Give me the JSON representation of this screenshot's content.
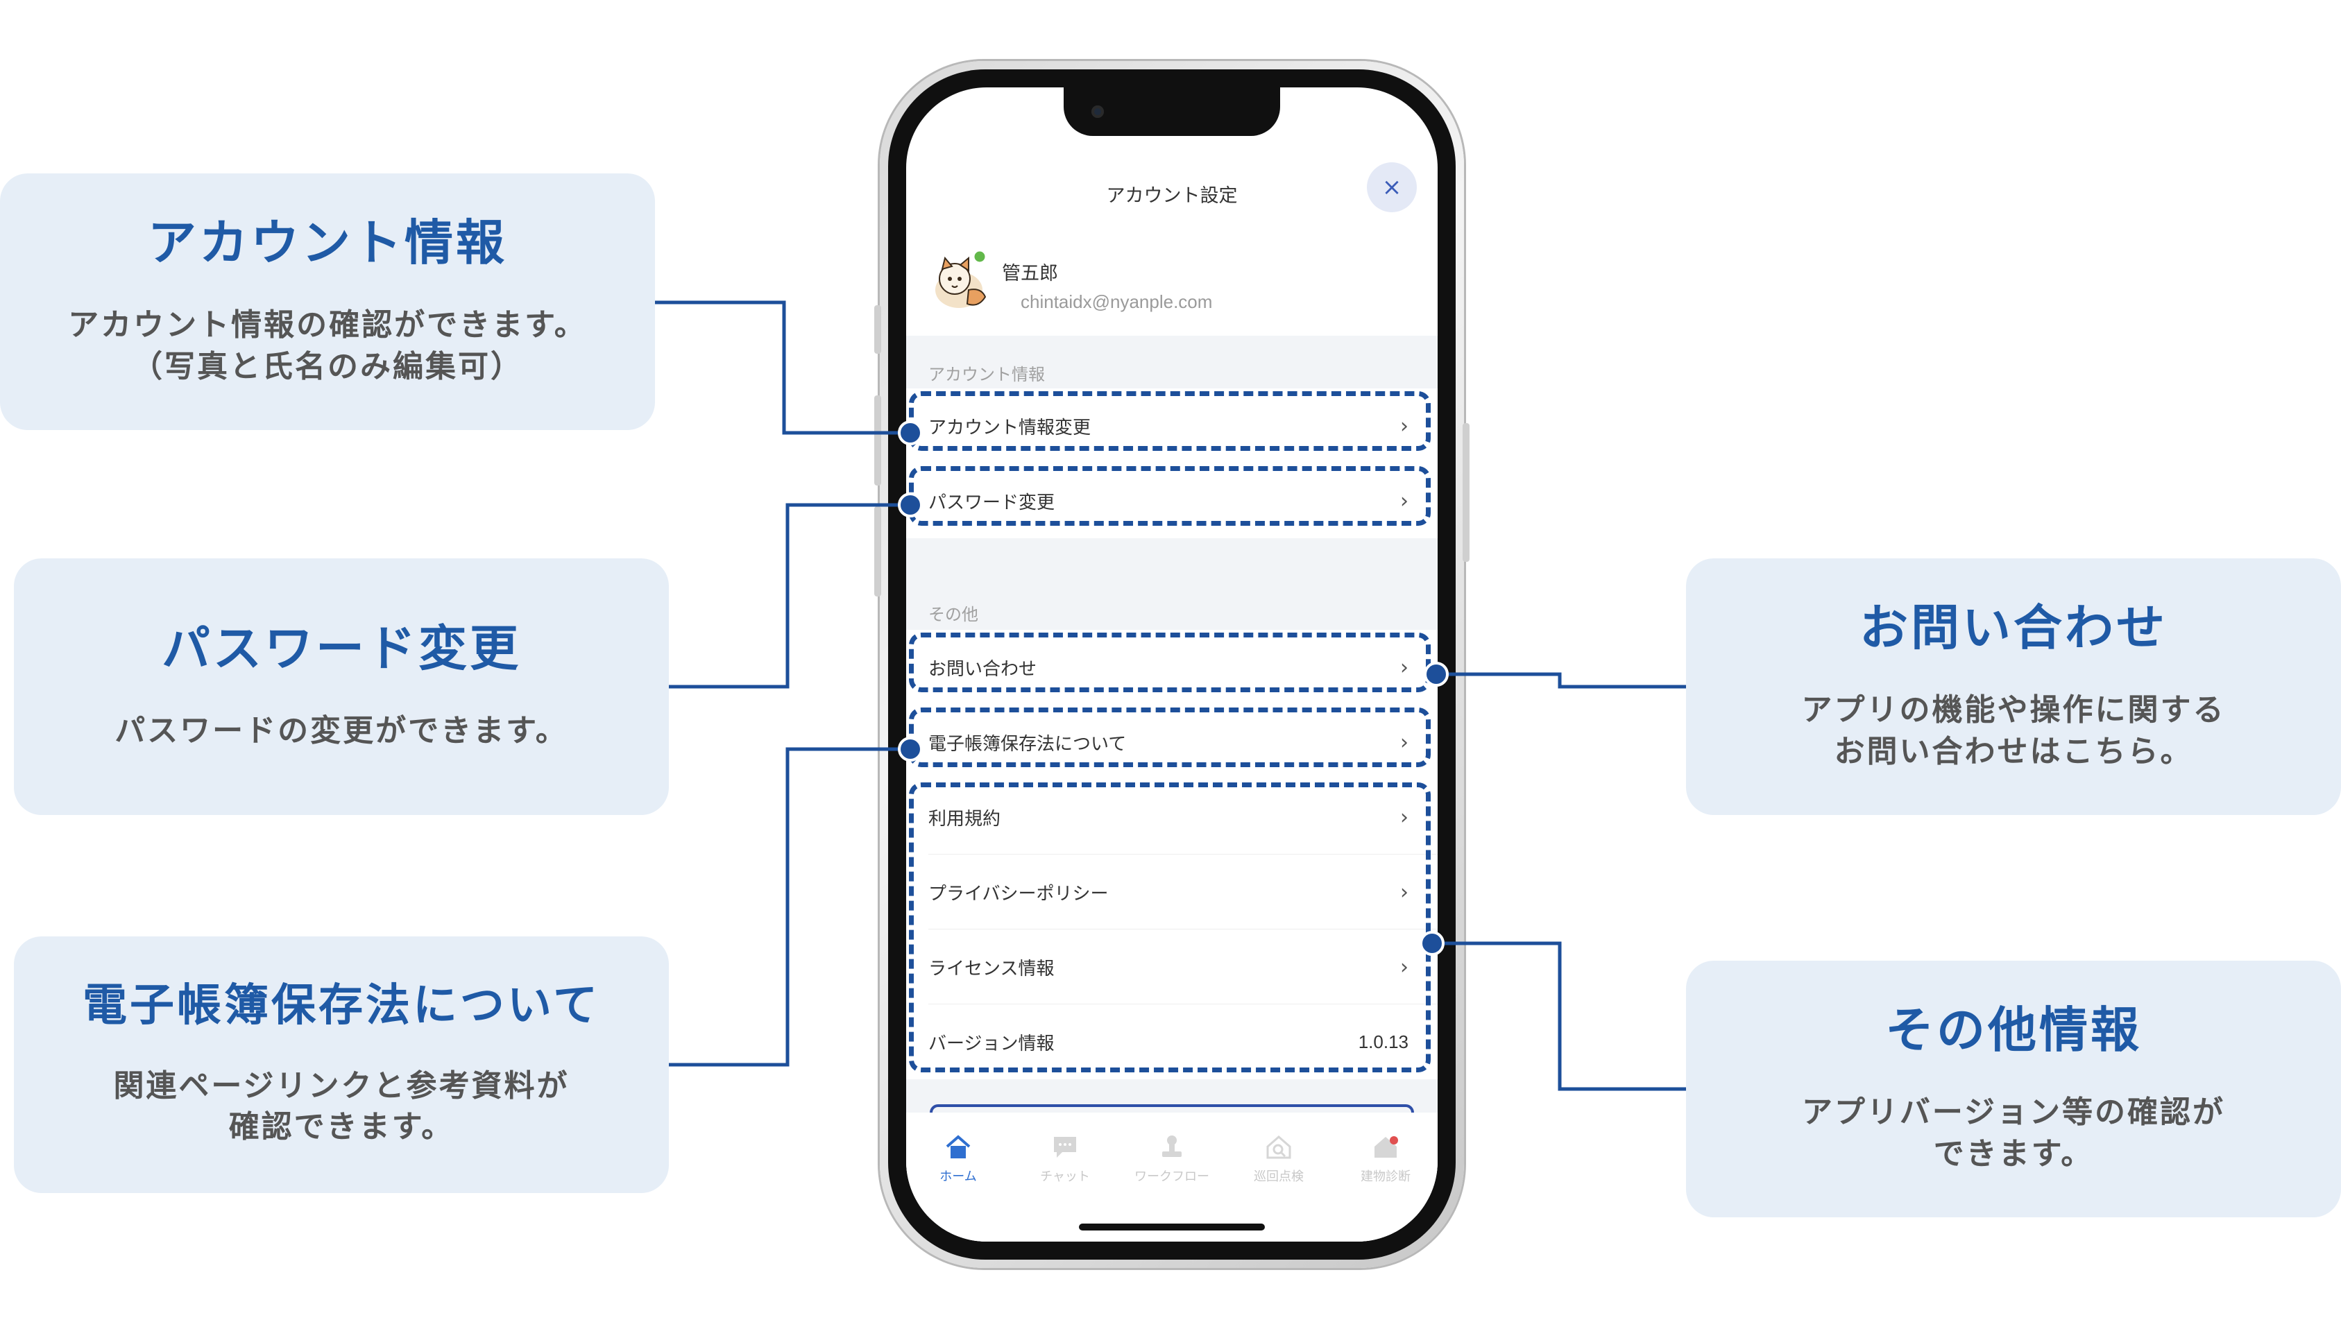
{
  "callouts": {
    "account": {
      "title": "アカウント情報",
      "desc": "アカウント情報の確認ができます。\n（写真と氏名のみ編集可）"
    },
    "password": {
      "title": "パスワード変更",
      "desc": "パスワードの変更ができます。"
    },
    "ebook": {
      "title": "電子帳簿保存法について",
      "desc": "関連ページリンクと参考資料が\n確認できます。"
    },
    "contact": {
      "title": "お問い合わせ",
      "desc": "アプリの機能や操作に関する\nお問い合わせはこちら。"
    },
    "other": {
      "title": "その他情報",
      "desc": "アプリバージョン等の確認が\nできます。"
    }
  },
  "screen": {
    "title": "アカウント設定",
    "close_icon": "×",
    "profile": {
      "name": "管五郎",
      "email": "chintaidx@nyanple.com"
    },
    "sections": {
      "account_label": "アカウント情報",
      "other_label": "その他"
    },
    "rows": {
      "account_change": "アカウント情報変更",
      "password_change": "パスワード変更",
      "contact": "お問い合わせ",
      "ebook_law": "電子帳簿保存法について",
      "terms": "利用規約",
      "privacy": "プライバシーポリシー",
      "license": "ライセンス情報",
      "version_label": "バージョン情報",
      "version_value": "1.0.13"
    },
    "chevron": "›",
    "nav": [
      {
        "label": "ホーム",
        "icon": "home-icon"
      },
      {
        "label": "チャット",
        "icon": "chat-icon"
      },
      {
        "label": "ワークフロー",
        "icon": "workflow-icon"
      },
      {
        "label": "巡回点検",
        "icon": "inspection-icon"
      },
      {
        "label": "建物診断",
        "icon": "building-diagnosis-icon"
      }
    ]
  },
  "colors": {
    "accent": "#1d4f9a",
    "card_bg": "#e6eef7",
    "title": "#1f5aa6"
  }
}
